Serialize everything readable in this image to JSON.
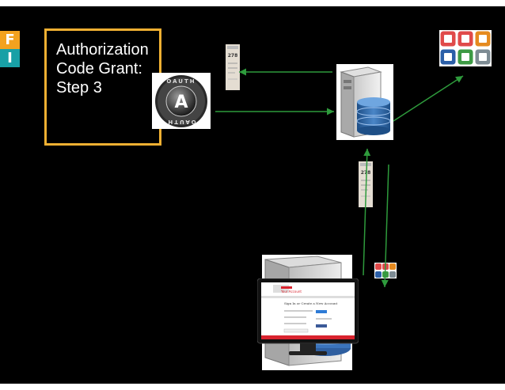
{
  "slide": {
    "logo": {
      "letter_top": "F",
      "letter_bottom": "I",
      "color_top": "#f3a21f",
      "color_bottom": "#18a0a6"
    },
    "title": "Authorization\nCode Grant:\nStep 3"
  },
  "oauth_logo": {
    "letter": "A",
    "wordmark": "OAUTH"
  },
  "token_badge": {
    "number": "278"
  },
  "browser_page": {
    "brand": "Your Account",
    "heading": "Sign In or Create a New Account"
  },
  "colors": {
    "arrow": "#2e9b3c",
    "accent": "#f0b032"
  },
  "icons": [
    "server-icon",
    "database-icon",
    "app-tiles-icon",
    "monitor-icon",
    "oauth-logo-icon",
    "token-badge-icon"
  ]
}
